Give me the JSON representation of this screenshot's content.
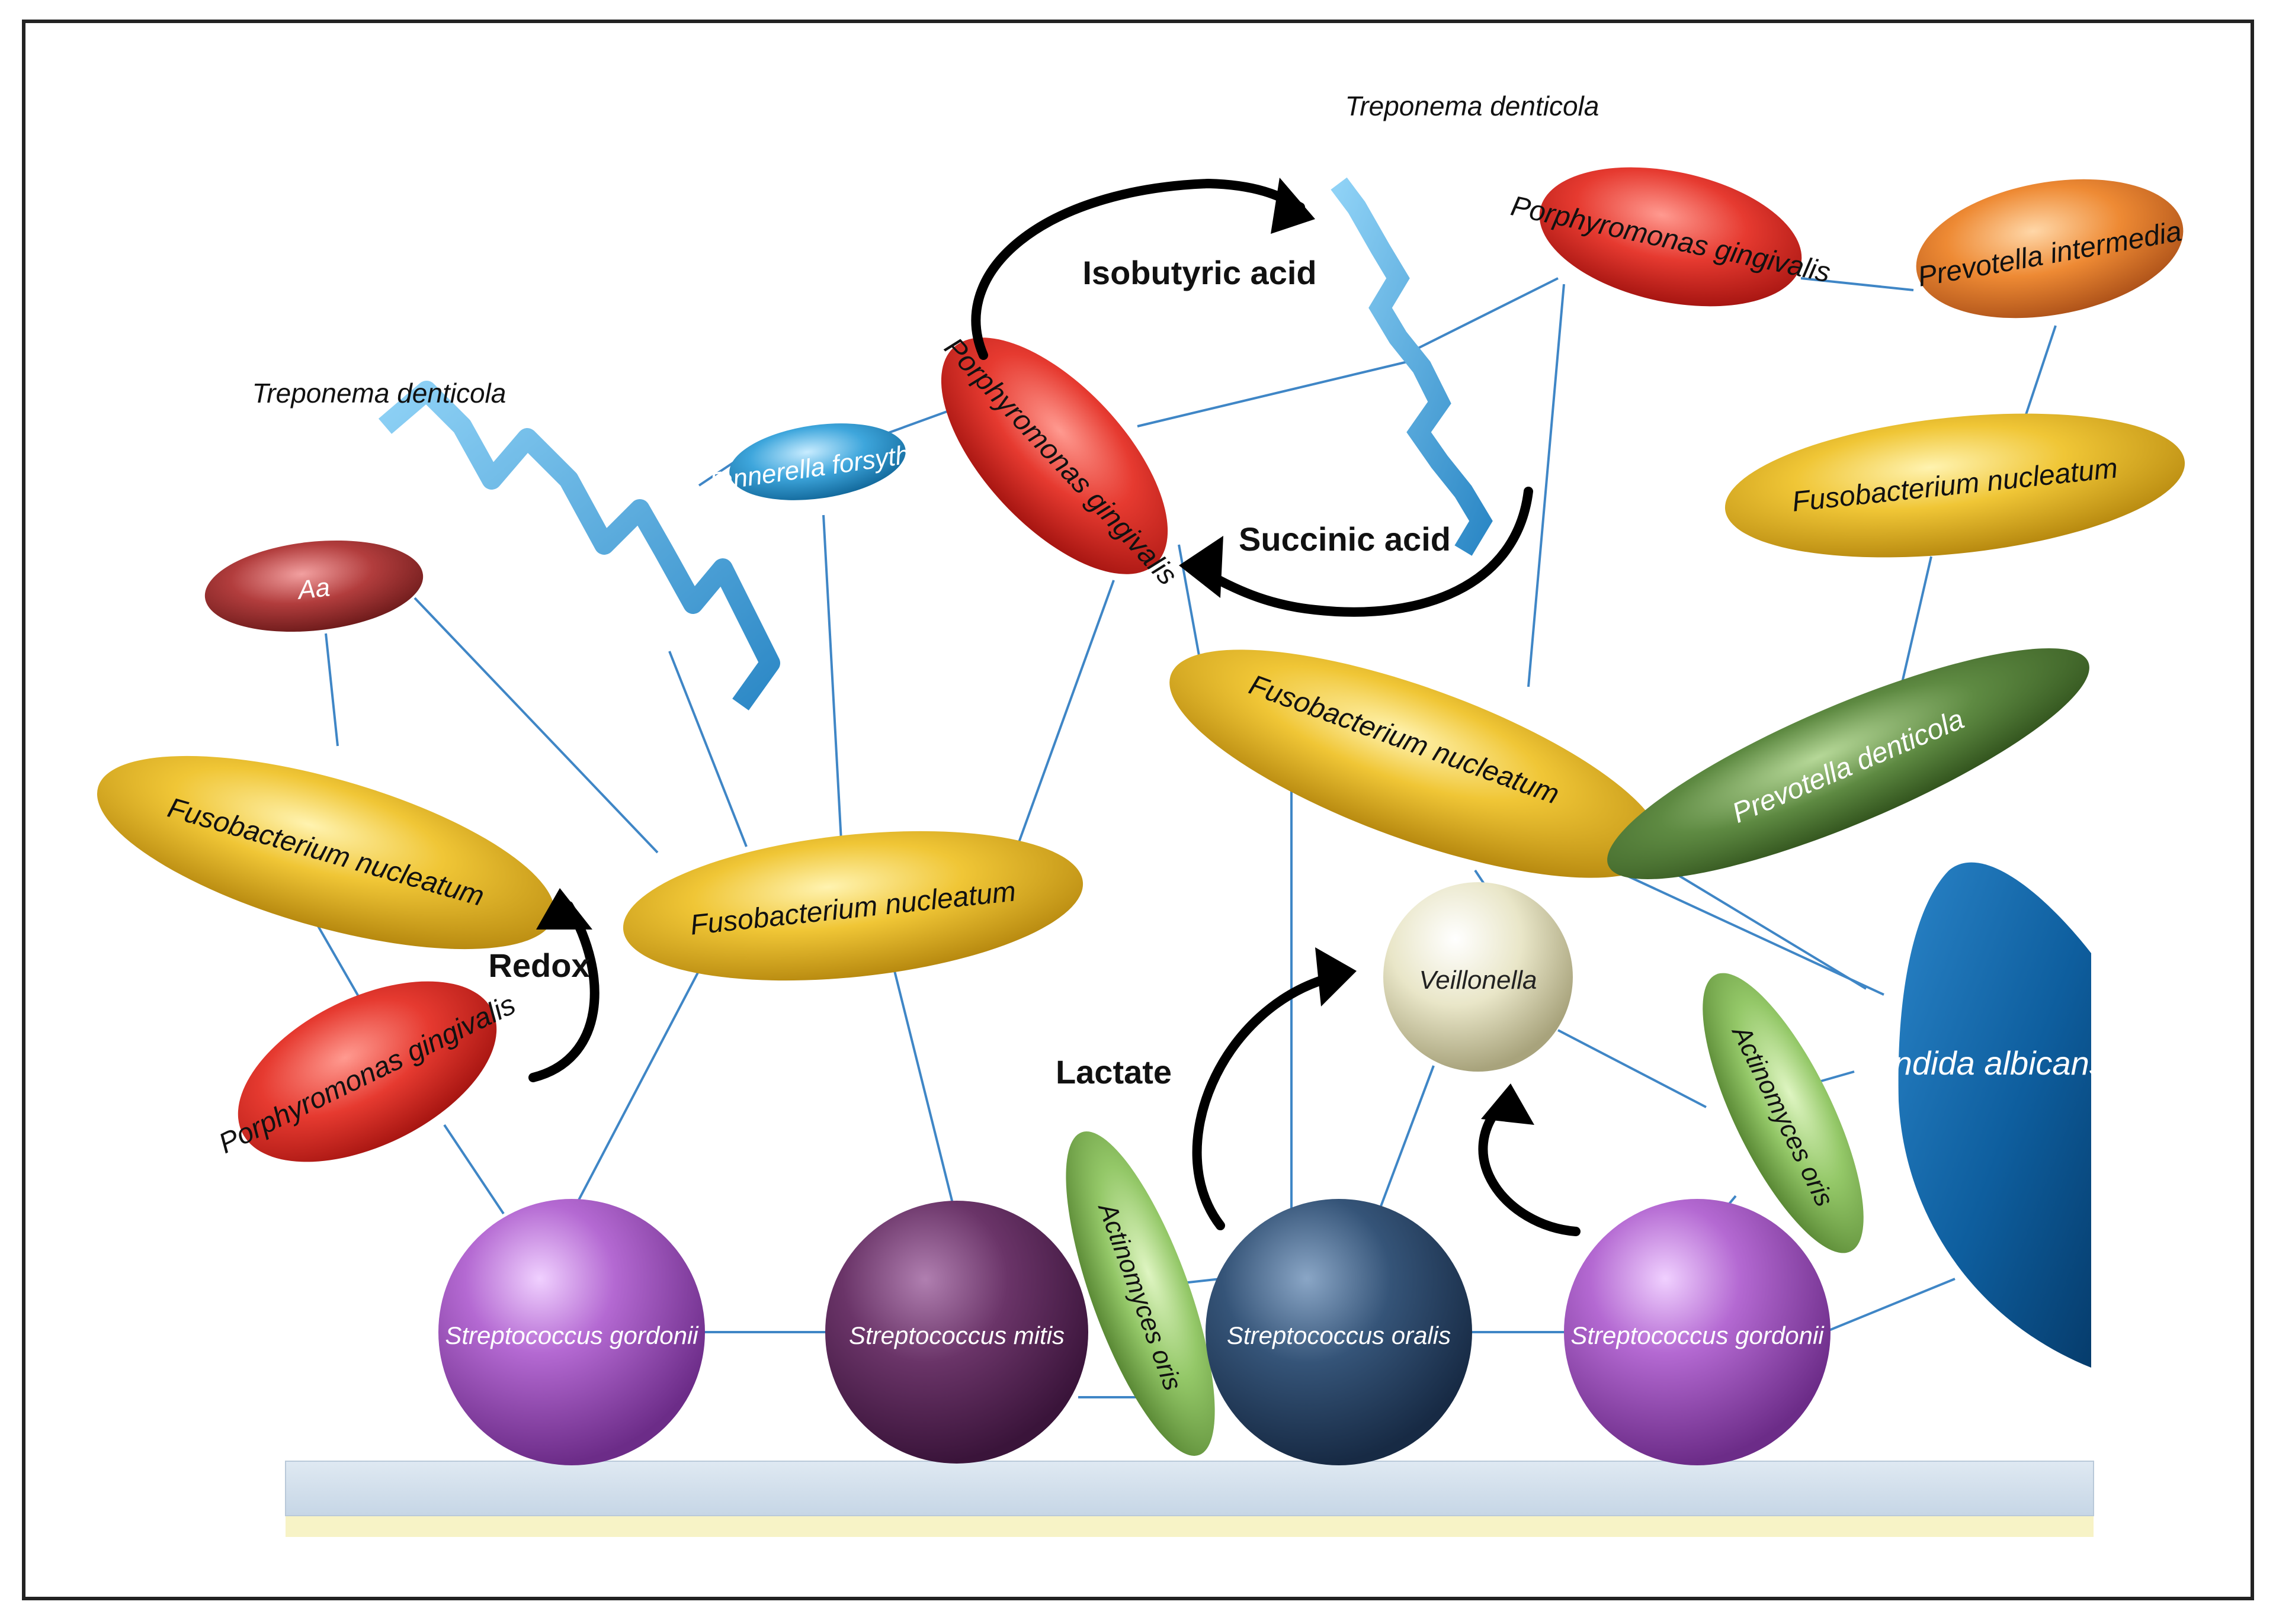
{
  "colors": {
    "link_line": "#3f86c6",
    "frame": "#222222",
    "fuso": "#e8b823",
    "porphy": "#e2302b",
    "strep_purple": "#9b4fb8",
    "strep_mitis": "#5c2a5c",
    "strep_oralis": "#2e4a6c",
    "actino": "#8dc060",
    "veillonella": "#e6e2c2",
    "candida": "#0f5fa0",
    "treponema": "#4aa3dc",
    "tannerella": "#3da1d6",
    "aa": "#a83a3a",
    "prevotella_intermedia": "#e9822e",
    "prevotella_denticola": "#5a8040",
    "substrate": "#d4e1ee",
    "substrate_shadow": "#f7f3c6"
  },
  "organisms": {
    "treponema_top": "Treponema denticola",
    "treponema_left": "Treponema denticola",
    "pg_top_right": "Porphyromonas gingivalis",
    "prevotella_intermedia": "Prevotella intermedia",
    "tannerella": "Tannerella forsythia",
    "pg_center": "Porphyromonas gingivalis",
    "fuso_right_top": "Fusobacterium nucleatum",
    "aa": "Aa",
    "fuso_left": "Fusobacterium nucleatum",
    "fuso_center": "Fusobacterium nucleatum",
    "fuso_mid_right": "Fusobacterium nucleatum",
    "prevotella_denticola": "Prevotella denticola",
    "veillonella": "Veillonella",
    "candida": "Candida albicans",
    "pg_left": "Porphyromonas gingivalis",
    "actino_right": "Actinomyces oris",
    "actino_bottom": "Actinomyces oris",
    "strep_gordonii_left": "Streptococcus gordonii",
    "strep_mitis": "Streptococcus mitis",
    "strep_oralis": "Streptococcus oralis",
    "strep_gordonii_right": "Streptococcus gordonii"
  },
  "interactions": {
    "isobutyric": "Isobutyric acid",
    "succinic": "Succinic acid",
    "redox": "Redox",
    "lactate": "Lactate"
  }
}
